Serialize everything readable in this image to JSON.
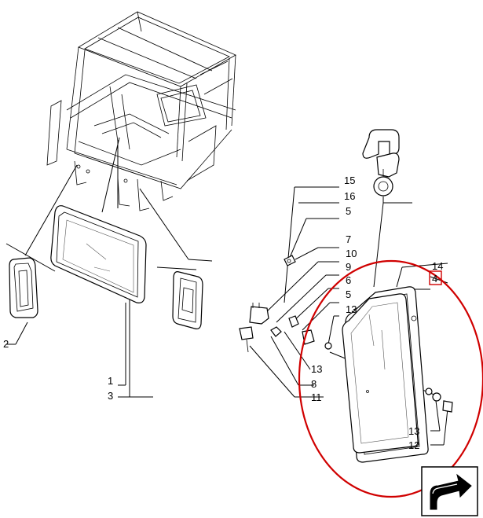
{
  "diagram": {
    "callouts": [
      {
        "id": "c2",
        "text": "2"
      },
      {
        "id": "c1",
        "text": "1"
      },
      {
        "id": "c3",
        "text": "3"
      },
      {
        "id": "c15",
        "text": "15"
      },
      {
        "id": "c16",
        "text": "16"
      },
      {
        "id": "c5a",
        "text": "5"
      },
      {
        "id": "c7",
        "text": "7"
      },
      {
        "id": "c10",
        "text": "10"
      },
      {
        "id": "c9",
        "text": "9"
      },
      {
        "id": "c6",
        "text": "6"
      },
      {
        "id": "c5b",
        "text": "5"
      },
      {
        "id": "c13a",
        "text": "13"
      },
      {
        "id": "c14",
        "text": "14"
      },
      {
        "id": "c4",
        "text": "4"
      },
      {
        "id": "c13b",
        "text": "13"
      },
      {
        "id": "c8",
        "text": "8"
      },
      {
        "id": "c11",
        "text": "11"
      },
      {
        "id": "c13c",
        "text": "13"
      },
      {
        "id": "c12",
        "text": "12"
      }
    ],
    "highlight_color": "#d00000",
    "line_color": "#000000"
  },
  "nav": {
    "icon": "next-page-arrow-icon"
  }
}
